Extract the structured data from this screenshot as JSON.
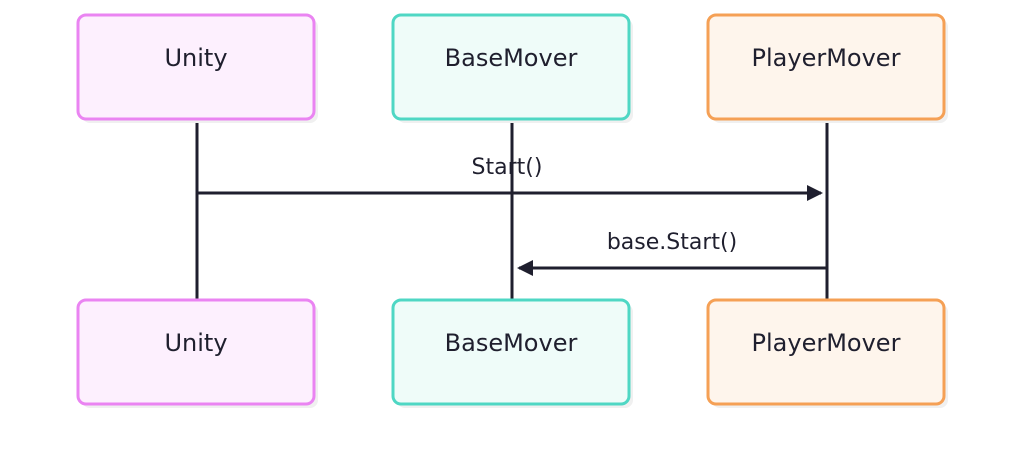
{
  "actors": [
    {
      "id": "unity",
      "label": "Unity",
      "fill": "#fdf0fe",
      "stroke": "#ea84f2"
    },
    {
      "id": "basemover",
      "label": "BaseMover",
      "fill": "#effcf9",
      "stroke": "#4fd7c4"
    },
    {
      "id": "playermover",
      "label": "PlayerMover",
      "fill": "#fef5ec",
      "stroke": "#f5a055"
    }
  ],
  "messages": [
    {
      "label": "Start()",
      "from": "unity",
      "to": "playermover"
    },
    {
      "label": "base.Start()",
      "from": "playermover",
      "to": "basemover"
    }
  ],
  "colors": {
    "line": "#1f1f2e",
    "shadow": "#f0f0f0"
  }
}
